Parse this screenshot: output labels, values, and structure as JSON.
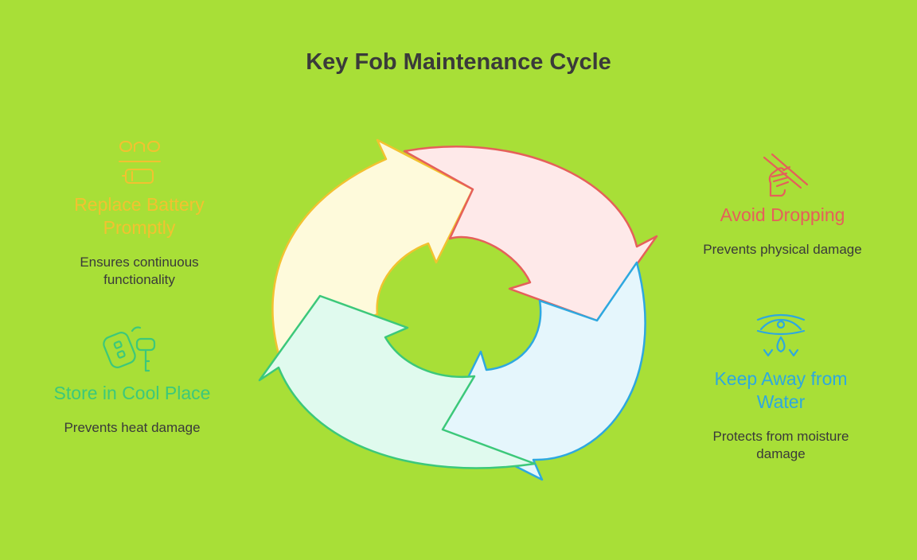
{
  "title": "Key Fob Maintenance Cycle",
  "colors": {
    "background": "#a8df37",
    "yellow": "#f2c230",
    "red": "#e5605a",
    "blue": "#2ea8df",
    "green": "#3cc87a"
  },
  "steps": [
    {
      "id": "replace-battery",
      "heading": "Replace Battery Promptly",
      "description": "Ensures continuous functionality",
      "icon": "battery-icon",
      "color": "#f2c230"
    },
    {
      "id": "avoid-dropping",
      "heading": "Avoid Dropping",
      "description": "Prevents physical damage",
      "icon": "no-drop-hand-icon",
      "color": "#e5605a"
    },
    {
      "id": "keep-away-water",
      "heading": "Keep Away from Water",
      "description": "Protects from moisture damage",
      "icon": "water-drop-icon",
      "color": "#2ea8df"
    },
    {
      "id": "store-cool",
      "heading": "Store in Cool Place",
      "description": "Prevents heat damage",
      "icon": "key-fob-icon",
      "color": "#3cc87a"
    }
  ]
}
